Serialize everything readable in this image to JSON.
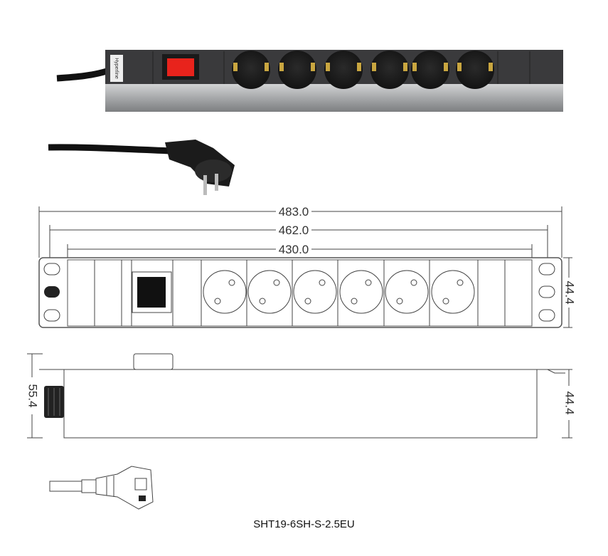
{
  "product": {
    "brand_label": "Hyperline",
    "model_caption": "SHT19-6SH-S-2.5EU",
    "socket_count": 6
  },
  "dimensions": {
    "overall_width": "483.0",
    "mount_width": "462.0",
    "body_width": "430.0",
    "front_height": "44.4",
    "side_height_total": "55.4",
    "side_height_body": "44.4"
  },
  "colors": {
    "body_dark": "#3a3a3c",
    "body_silver": "#a9abad",
    "switch_red": "#e8231c",
    "line": "#444444"
  }
}
